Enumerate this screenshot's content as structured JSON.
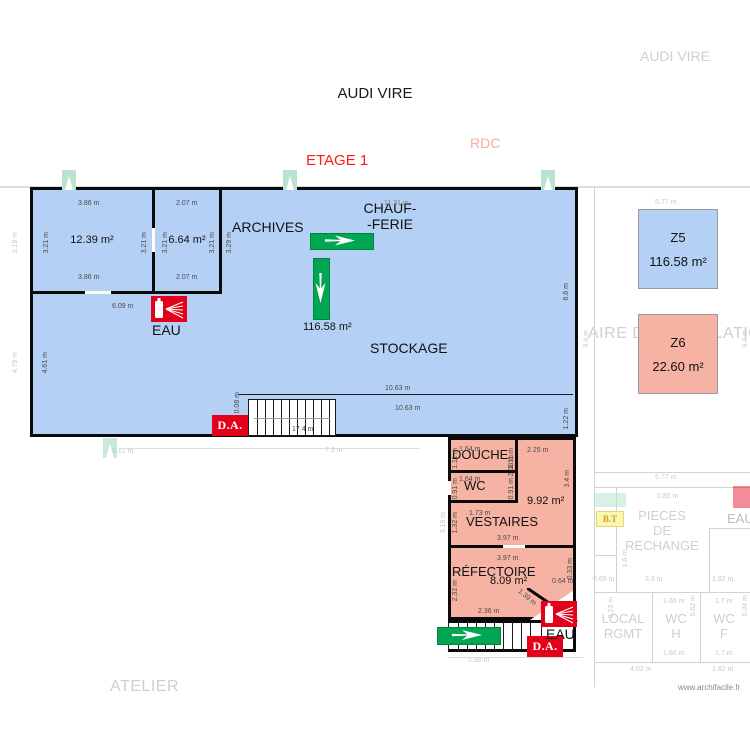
{
  "page": {
    "title_main": "AUDI VIRE",
    "title_ghost": "AUDI VIRE",
    "label_etage": "ETAGE 1",
    "label_rdc": "RDC",
    "label_atelier": "ATELIER",
    "label_aire": "AIRE DE CIRCULATION",
    "watermark": "www.archifacile.fr",
    "colors": {
      "room_blue": "#b4d1f5",
      "room_pink": "#f6b3a3",
      "wall": "#0a0a0a",
      "accent_red": "#ff1a1a",
      "accent_rdc": "#f8a9a0",
      "exit_green": "#00a651",
      "fire_red": "#e2001a",
      "faded": "#cfcfcf"
    }
  },
  "legend": {
    "items": [
      {
        "name": "Z5",
        "area": "116.58 m²",
        "color": "#b4d1f5",
        "top_dim": "5.77 m"
      },
      {
        "name": "Z6",
        "area": "22.60 m²",
        "color": "#f6b3a3"
      }
    ]
  },
  "rooms": [
    {
      "id": "bureau-1",
      "name": "",
      "area": "12.39 m²",
      "color": "blue",
      "dims": {
        "top": "3.86 m",
        "bottom": "3.86 m",
        "left": "3.21 m",
        "right": "3.21 m"
      }
    },
    {
      "id": "bureau-2",
      "name": "",
      "area": "6.64 m²",
      "color": "blue",
      "dims": {
        "top": "2.07 m",
        "bottom": "2.07 m",
        "left": "3.21 m",
        "right": "3.21 m"
      }
    },
    {
      "id": "archives",
      "name": "ARCHIVES",
      "area": "",
      "color": "blue",
      "dims": {
        "left": "3.29 m"
      }
    },
    {
      "id": "chaufferie",
      "name": "CHAUF-\n-FERIE",
      "area": "",
      "color": "blue",
      "dims": {
        "top": "11.31 m"
      }
    },
    {
      "id": "stockage",
      "name": "STOCKAGE",
      "area": "116.58 m²",
      "color": "blue",
      "dims": {
        "right_upper": "6.6 m",
        "right_lower": "1.22 m",
        "left": "4.61 m",
        "inner_top": "10.63 m",
        "inner_bottom": "10.63 m",
        "bottom": "7.3 m"
      }
    },
    {
      "id": "douche",
      "name": "DOUCHE",
      "area": "",
      "color": "pink",
      "dims": {
        "top": "1.64 m",
        "left": "1.11 m",
        "right": "1.11 m"
      }
    },
    {
      "id": "wc",
      "name": "WC",
      "area": "",
      "color": "pink",
      "dims": {
        "top": "1.64 m",
        "left": "0.91 m",
        "right": "0.91 m"
      }
    },
    {
      "id": "vestaires",
      "name": "VESTAIRES",
      "area": "9.92 m²",
      "color": "pink",
      "dims": {
        "top": "2.25 m",
        "right": "3.4 m",
        "inner_right": "2.08 m",
        "bottom": "3.97 m",
        "left": "1.32 m",
        "small": "1.73 m"
      }
    },
    {
      "id": "refectoire",
      "name": "RÉFECTOIRE",
      "area": "8.09 m²",
      "color": "pink",
      "dims": {
        "top": "3.97 m",
        "left": "2.32 m",
        "bottom": "2.36 m",
        "diag": "1.39 m",
        "right": "0.33 m",
        "right2": "0.64 m"
      }
    }
  ],
  "dimensions": {
    "main_left_outer": "3.19 m",
    "main_left_outer_2": "4.79 m",
    "stockage_left": "4.61 m",
    "top_archives": "6.09 m",
    "stair_left": "0.08 m",
    "stair_width": "17.4 m",
    "bottom_left_faded": "6.12 m",
    "bottom_mid_faded": "7.3 m",
    "bottom_stair": "2.88 m",
    "right_faded": "9.4 m",
    "right_faded_2": "9.4 m",
    "rdc_top": "5.77 m",
    "rdc_sub": "5.85 m",
    "rdc_mid": "3.3 m",
    "rdc_right": "1.82 m",
    "rdc_piece_left": "1.6 m",
    "rdc_wc_h": "1.66 m",
    "rdc_wc_f": "1.7 m",
    "rdc_local_bottom": "4.02 m",
    "rdc_wcf_bottom": "1.82 m",
    "rdc_small": "0.65 m",
    "rdc_vert_a": "0.23 m",
    "rdc_vert_b": "0.62 m",
    "rdc_vert_c": "0.34 m"
  },
  "pictos": {
    "fire_extinguisher_label": "EAU",
    "da_label": "D.A.",
    "bt_label": "B.T",
    "exit_sign_name": "emergency-exit-arrow"
  },
  "rdc_background": {
    "rooms": [
      {
        "name": "PIECES\nDE\nRECHANGE"
      },
      {
        "name": "LOCAL\nRGMT"
      },
      {
        "name": "WC\nH"
      },
      {
        "name": "WC\nF"
      }
    ]
  }
}
